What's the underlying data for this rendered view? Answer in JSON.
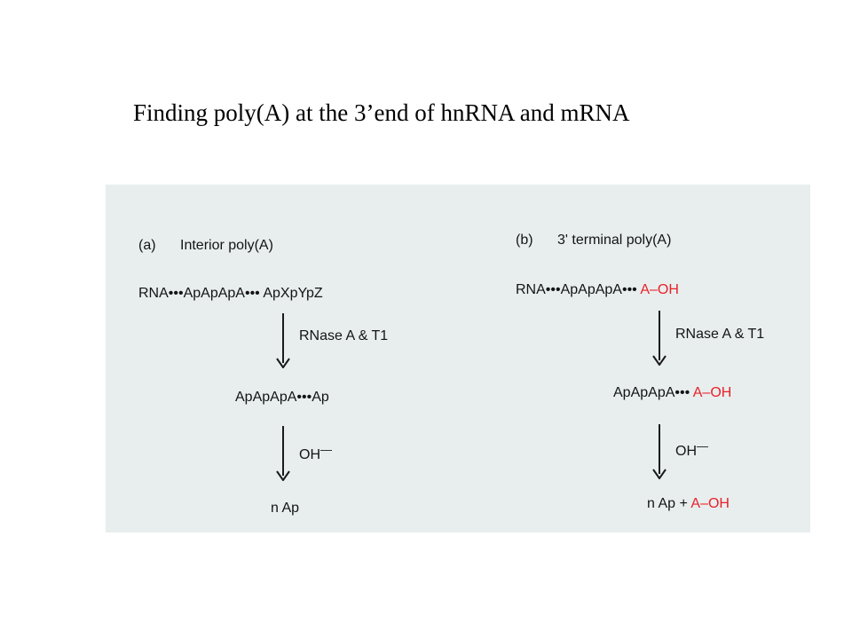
{
  "title": "Finding poly(A) at the 3’end of hnRNA and mRNA",
  "panel_a": {
    "tag": "(a)",
    "heading": "Interior poly(A)",
    "substrate": "RNA•••ApApApA••• ApXpYpZ",
    "step1_label": "RNase A & T1",
    "intermediate": "ApApApA•••Ap",
    "step2_label": "OH",
    "step2_charge": "—",
    "product": "n Ap"
  },
  "panel_b": {
    "tag": "(b)",
    "heading": "3' terminal poly(A)",
    "substrate_black": "RNA•••ApApApA••• ",
    "substrate_red": "A–OH",
    "step1_label": "RNase A & T1",
    "intermediate_black": "ApApApA••• ",
    "intermediate_red": "A–OH",
    "step2_label": "OH",
    "step2_charge": "—",
    "product_black": "n Ap + ",
    "product_red": "A–OH"
  },
  "colors": {
    "panel_background": "#e8eeee",
    "highlight_red": "#e8202a",
    "text": "#141414"
  }
}
